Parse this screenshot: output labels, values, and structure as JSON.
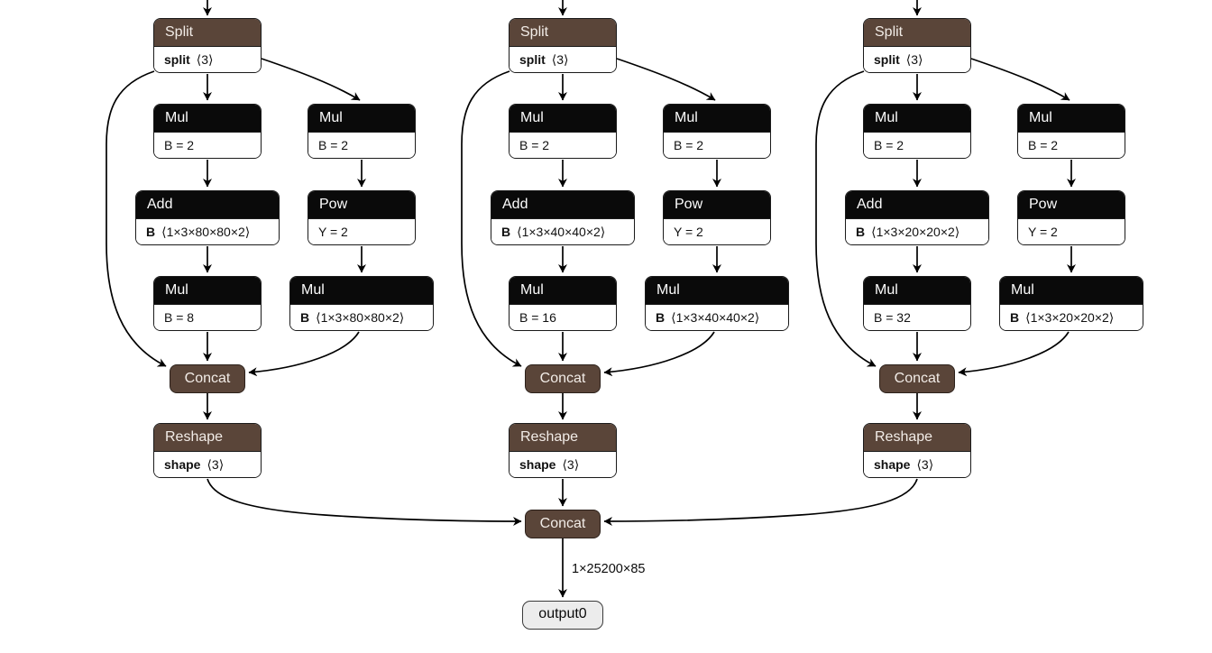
{
  "colors": {
    "brown": "#5a4539",
    "black": "#0a0a0a",
    "edge": "#000000",
    "output_bg": "#ececec"
  },
  "columns": [
    {
      "split": {
        "title": "Split",
        "attr": "split",
        "dims": "⟨3⟩"
      },
      "mul_a": {
        "title": "Mul",
        "text": "B = 2"
      },
      "mul_b": {
        "title": "Mul",
        "text": "B = 2"
      },
      "add": {
        "title": "Add",
        "attr": "B",
        "dims": "⟨1×3×80×80×2⟩"
      },
      "pow": {
        "title": "Pow",
        "text": "Y = 2"
      },
      "mul_c": {
        "title": "Mul",
        "text": "B = 8"
      },
      "mul_d": {
        "title": "Mul",
        "attr": "B",
        "dims": "⟨1×3×80×80×2⟩"
      },
      "concat": {
        "title": "Concat"
      },
      "reshape": {
        "title": "Reshape",
        "attr": "shape",
        "dims": "⟨3⟩"
      }
    },
    {
      "split": {
        "title": "Split",
        "attr": "split",
        "dims": "⟨3⟩"
      },
      "mul_a": {
        "title": "Mul",
        "text": "B = 2"
      },
      "mul_b": {
        "title": "Mul",
        "text": "B = 2"
      },
      "add": {
        "title": "Add",
        "attr": "B",
        "dims": "⟨1×3×40×40×2⟩"
      },
      "pow": {
        "title": "Pow",
        "text": "Y = 2"
      },
      "mul_c": {
        "title": "Mul",
        "text": "B = 16"
      },
      "mul_d": {
        "title": "Mul",
        "attr": "B",
        "dims": "⟨1×3×40×40×2⟩"
      },
      "concat": {
        "title": "Concat"
      },
      "reshape": {
        "title": "Reshape",
        "attr": "shape",
        "dims": "⟨3⟩"
      }
    },
    {
      "split": {
        "title": "Split",
        "attr": "split",
        "dims": "⟨3⟩"
      },
      "mul_a": {
        "title": "Mul",
        "text": "B = 2"
      },
      "mul_b": {
        "title": "Mul",
        "text": "B = 2"
      },
      "add": {
        "title": "Add",
        "attr": "B",
        "dims": "⟨1×3×20×20×2⟩"
      },
      "pow": {
        "title": "Pow",
        "text": "Y = 2"
      },
      "mul_c": {
        "title": "Mul",
        "text": "B = 32"
      },
      "mul_d": {
        "title": "Mul",
        "attr": "B",
        "dims": "⟨1×3×20×20×2⟩"
      },
      "concat": {
        "title": "Concat"
      },
      "reshape": {
        "title": "Reshape",
        "attr": "shape",
        "dims": "⟨3⟩"
      }
    }
  ],
  "final_concat": {
    "title": "Concat"
  },
  "edge_label": "1×25200×85",
  "output": {
    "label": "output0"
  }
}
